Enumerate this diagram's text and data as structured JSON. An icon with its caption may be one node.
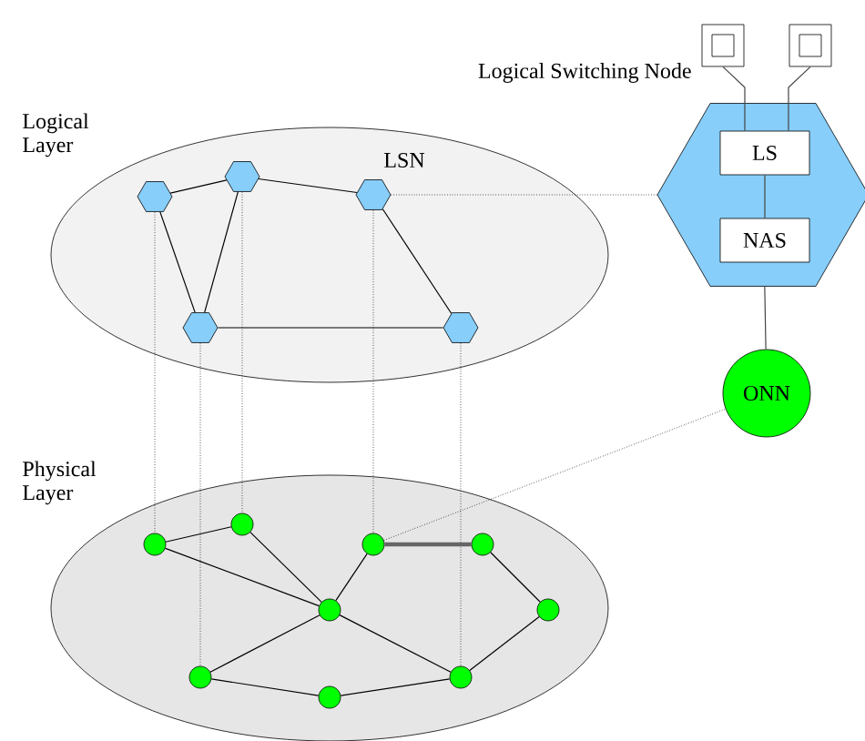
{
  "diagram": {
    "nodes": [
      {
        "text": [
          "Logical Layer"
        ]
      },
      {
        "text": [],
        "shape": "hexagon",
        "in": 0
      },
      {
        "text": [],
        "shape": "hexagon",
        "in": 0
      },
      {
        "text": [],
        "shape": "hexagon",
        "in": 0
      },
      {
        "text": [],
        "shape": "hexagon",
        "in": 0
      },
      {
        "text": [],
        "shape": "hexagon",
        "in": 0
      },
      {
        "text": [
          "Logical Switching Node"
        ]
      },
      {
        "text": [],
        "shape": "box"
      },
      {
        "text": [],
        "shape": "box"
      },
      {
        "text": [
          "LS"
        ],
        "in": 6
      },
      {
        "text": [
          "NAS"
        ],
        "in": 6
      },
      {
        "text": [
          "ONN"
        ]
      },
      {
        "text": [
          "Physical Layer"
        ]
      },
      {
        "text": [],
        "shape": "circle",
        "in": 12
      },
      {
        "text": [],
        "shape": "circle",
        "in": 12
      },
      {
        "text": [],
        "shape": "circle",
        "in": 12
      },
      {
        "text": [],
        "shape": "circle",
        "in": 12
      },
      {
        "text": [],
        "shape": "circle",
        "in": 12
      },
      {
        "text": [],
        "shape": "circle",
        "in": 12
      },
      {
        "text": [],
        "shape": "circle",
        "in": 12
      },
      {
        "text": [],
        "shape": "circle",
        "in": 12
      },
      {
        "text": [],
        "shape": "circle",
        "in": 12
      }
    ],
    "edges": [
      {
        "from": 1,
        "to": 2,
        "arrow": "none"
      },
      {
        "from": 2,
        "to": 3,
        "arrow": "none"
      },
      {
        "from": 1,
        "to": 4,
        "arrow": "none"
      },
      {
        "from": 2,
        "to": 4,
        "arrow": "none"
      },
      {
        "from": 3,
        "to": 5,
        "arrow": "none"
      },
      {
        "from": 4,
        "to": 5,
        "arrow": "none"
      },
      {
        "from": 1,
        "to": 13,
        "arrow": "none",
        "style": "dashed"
      },
      {
        "from": 4,
        "to": 19,
        "arrow": "none",
        "style": "dashed"
      },
      {
        "from": 2,
        "to": 14,
        "arrow": "none",
        "style": "dashed"
      },
      {
        "from": 3,
        "to": 15,
        "arrow": "none",
        "style": "dashed"
      },
      {
        "from": 5,
        "to": 21,
        "arrow": "none",
        "style": "dashed"
      },
      {
        "from": 3,
        "to": 6,
        "arrow": "none",
        "style": "dashed"
      },
      {
        "from": 15,
        "to": 11,
        "arrow": "none",
        "style": "dashed"
      },
      {
        "from": 7,
        "to": 9,
        "arrow": "none",
        "color": "#444444"
      },
      {
        "from": 8,
        "to": 9,
        "arrow": "none",
        "color": "#444444"
      },
      {
        "from": 9,
        "to": 10,
        "arrow": "none",
        "color": "#444444"
      },
      {
        "from": 6,
        "to": 11,
        "arrow": "none",
        "color": "#444444"
      },
      {
        "from": 13,
        "to": 14,
        "arrow": "none"
      },
      {
        "from": 13,
        "to": 17,
        "arrow": "none"
      },
      {
        "from": 14,
        "to": 17,
        "arrow": "none"
      },
      {
        "from": 15,
        "to": 17,
        "arrow": "none"
      },
      {
        "from": 15,
        "to": 16,
        "arrow": "none",
        "style": "thick",
        "color": "#666666"
      },
      {
        "from": 16,
        "to": 18,
        "arrow": "none"
      },
      {
        "from": 18,
        "to": 21,
        "arrow": "none"
      },
      {
        "from": 17,
        "to": 19,
        "arrow": "none"
      },
      {
        "from": 17,
        "to": 21,
        "arrow": "none"
      },
      {
        "from": 19,
        "to": 20,
        "arrow": "none"
      },
      {
        "from": 20,
        "to": 21,
        "arrow": "none"
      }
    ],
    "labels": [
      "LSN"
    ]
  }
}
